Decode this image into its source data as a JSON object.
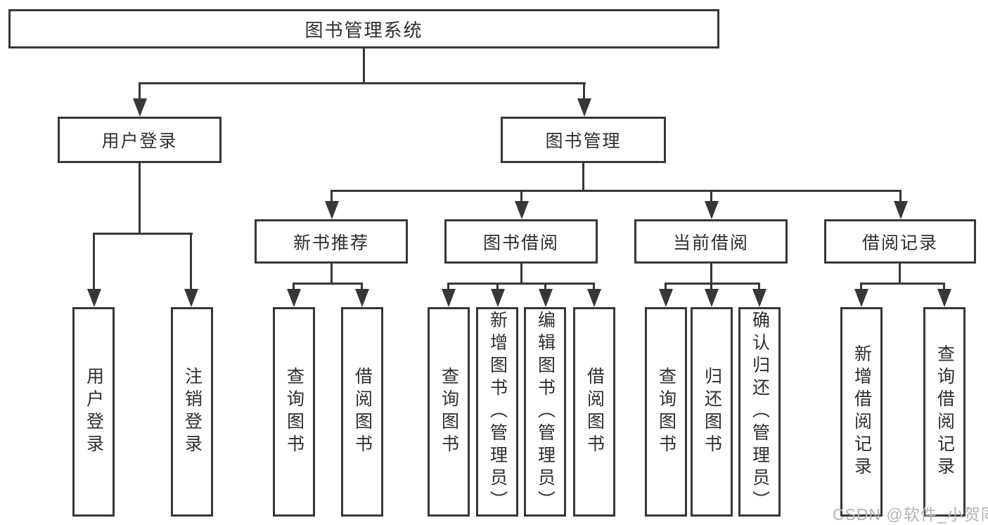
{
  "title": "图书管理系统",
  "branches": [
    {
      "label": "用户登录",
      "children": [
        {
          "label": "用户登录"
        },
        {
          "label": "注销登录"
        }
      ]
    },
    {
      "label": "图书管理",
      "children": [
        {
          "label": "新书推荐",
          "children": [
            {
              "label": "查询图书"
            },
            {
              "label": "借阅图书"
            }
          ]
        },
        {
          "label": "图书借阅",
          "children": [
            {
              "label": "查询图书"
            },
            {
              "label": "新增图书（管理员）"
            },
            {
              "label": "编辑图书（管理员）"
            },
            {
              "label": "借阅图书"
            }
          ]
        },
        {
          "label": "当前借阅",
          "children": [
            {
              "label": "查询图书"
            },
            {
              "label": "归还图书"
            },
            {
              "label": "确认归还（管理员）"
            }
          ]
        },
        {
          "label": "借阅记录",
          "children": [
            {
              "label": "新增借阅记录"
            },
            {
              "label": "查询借阅记录"
            }
          ]
        }
      ]
    }
  ],
  "watermark": "CSDN @软件_小贺同学",
  "colors": {
    "line": "#373737",
    "text": "#2e2e2e",
    "watermark": "#b2b2b6",
    "background": "#ffffff"
  }
}
